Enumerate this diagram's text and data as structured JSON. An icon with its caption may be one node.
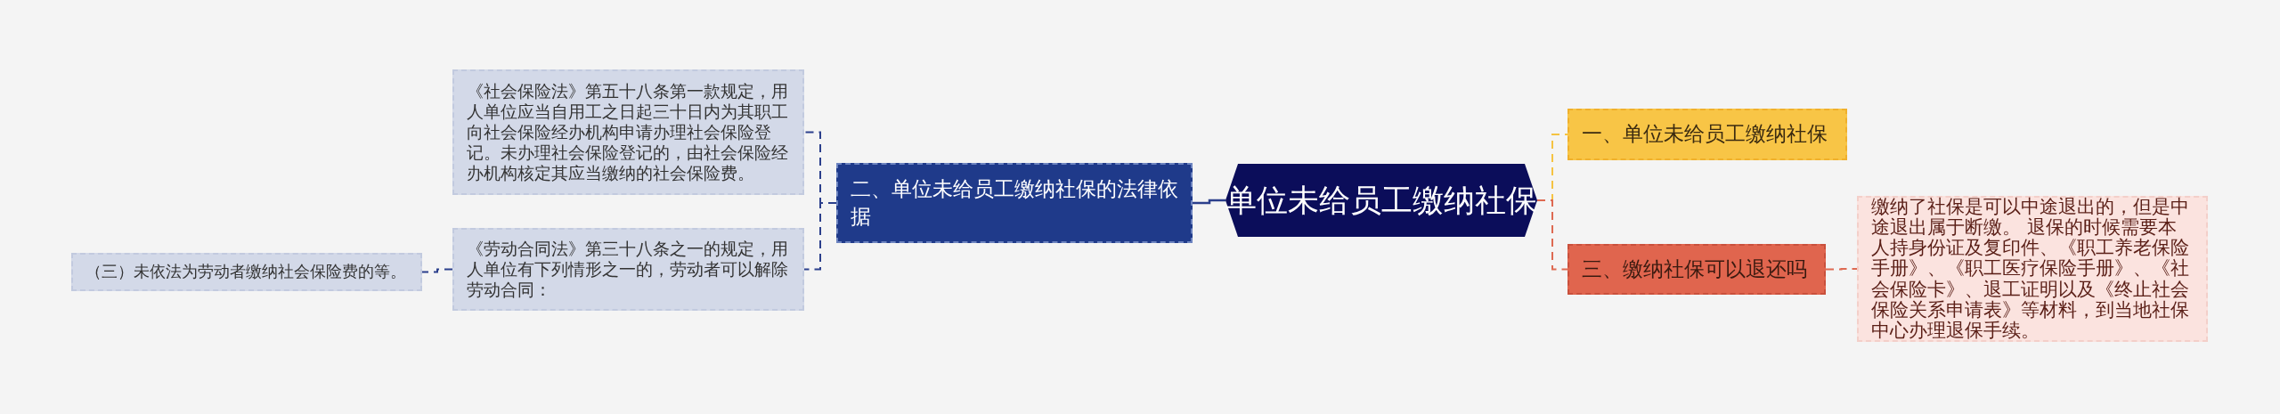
{
  "diagram": {
    "nodes": [
      {
        "text": [
          "单位未给员工缴纳社保"
        ]
      },
      {
        "text": [
          "二、单位未给员工缴纳社保的法律依据"
        ]
      },
      {
        "text": [
          "《社会保险法》第五十八条第一款规定，用人单位应当自用工之日起三十日内为其职工向社会保险经办机构申请办理社会保险登记。未办理社会保险登记的，由社会保险经办机构核定其应当缴纳的社会保险费。"
        ]
      },
      {
        "text": [
          "《劳动合同法》第三十八条之一的规定，用人单位有下列情形之一的，劳动者可以解除劳动合同："
        ]
      },
      {
        "text": [
          "（三）未依法为劳动者缴纳社会保险费的等。"
        ]
      },
      {
        "text": [
          "一、单位未给员工缴纳社保"
        ]
      },
      {
        "text": [
          "三、缴纳社保可以退还吗"
        ]
      },
      {
        "text": [
          "缴纳了社保是可以中途退出的，但是中途退出属于断缴。 退保的时候需要本人持身份证及复印件、《职工养老保险手册》、《职工医疗保险手册》、《社会保险卡》、退工证明以及《终止社会保险关系申请表》等材料，到当地社保中心办理退保手续。"
        ]
      }
    ],
    "edges": [
      {
        "from": 0,
        "to": 1,
        "arrow": "none"
      },
      {
        "from": 1,
        "to": 2,
        "arrow": "none",
        "style": "dashed"
      },
      {
        "from": 1,
        "to": 3,
        "arrow": "none",
        "style": "dashed"
      },
      {
        "from": 3,
        "to": 4,
        "arrow": "none",
        "style": "dashed"
      },
      {
        "from": 0,
        "to": 5,
        "arrow": "none",
        "style": "dashed",
        "color": "#f5c342"
      },
      {
        "from": 0,
        "to": 6,
        "arrow": "none",
        "style": "dashed",
        "color": "#de6a52"
      },
      {
        "from": 6,
        "to": 7,
        "arrow": "none",
        "style": "dashed",
        "color": "#de6a52"
      }
    ]
  }
}
